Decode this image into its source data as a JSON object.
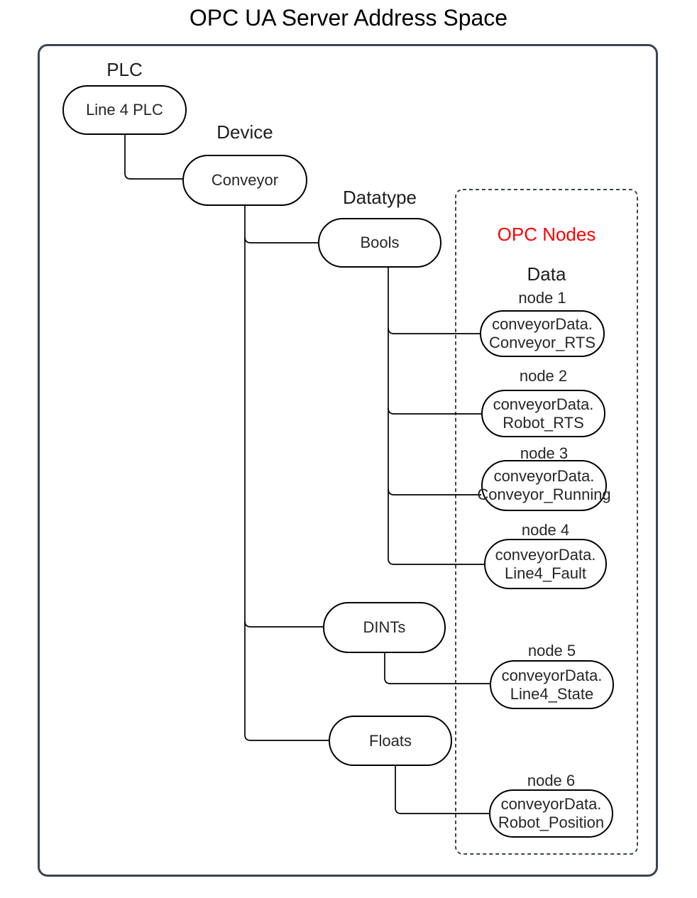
{
  "title": "OPC UA Server Address Space",
  "labels": {
    "plc": "PLC",
    "device": "Device",
    "datatype": "Datatype",
    "opc_nodes": "OPC Nodes",
    "data": "Data"
  },
  "boxes": {
    "plc": "Line 4 PLC",
    "device": "Conveyor",
    "bools": "Bools",
    "dints": "DINTs",
    "floats": "Floats"
  },
  "opc_nodes": [
    {
      "label": "node 1",
      "line1": "conveyorData.",
      "line2": "Conveyor_RTS"
    },
    {
      "label": "node 2",
      "line1": "conveyorData.",
      "line2": "Robot_RTS"
    },
    {
      "label": "node 3",
      "line1": "conveyorData.",
      "line2": "Conveyor_Running"
    },
    {
      "label": "node 4",
      "line1": "conveyorData.",
      "line2": "Line4_Fault"
    },
    {
      "label": "node 5",
      "line1": "conveyorData.",
      "line2": "Line4_State"
    },
    {
      "label": "node 6",
      "line1": "conveyorData.",
      "line2": "Robot_Position"
    }
  ],
  "colors": {
    "opc_nodes_text": "#ff0000",
    "frame_border": "#3b4552",
    "wire": "#000000"
  }
}
